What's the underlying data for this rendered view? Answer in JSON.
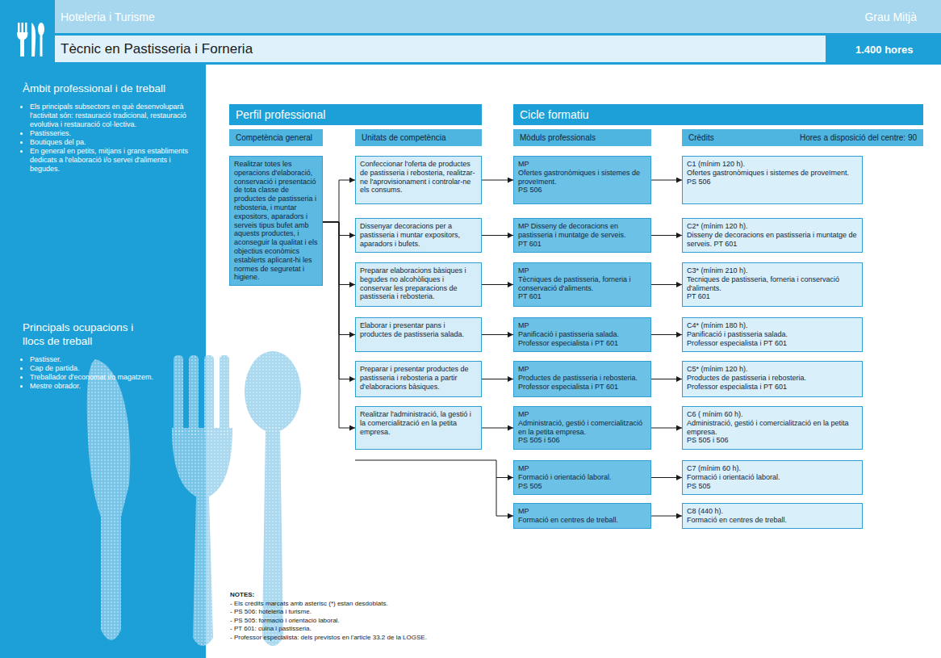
{
  "diagram": {
    "nodes": [
      {
        "text": [
          "Hoteleria i Turisme",
          "Grau Mitjà"
        ]
      },
      {
        "text": [
          "Tècnic en Pastisseria i Forneria",
          "1.400 hores"
        ]
      },
      {
        "text": [
          "Àmbit professional i de treball",
          "Els principals subsectors en què desenvoluparà l'activitat són: restauració tradicional, restauració evolutiva i restauració col·lectiva.",
          "Pastisseries.",
          "Boutiques del pa.",
          "En general en petits, mitjans i grans establiments dedicats a l'elaboració i/o servei d'aliments i begudes.",
          "Principals ocupacions i llocs de treball",
          "Pastisser.",
          "Cap de partida.",
          "Treballador d'economat i/o magatzem.",
          "Mestre obrador."
        ]
      },
      {
        "text": [
          "Perfil professional"
        ]
      },
      {
        "text": [
          "Cicle formatiu"
        ]
      },
      {
        "text": [
          "Competència general"
        ]
      },
      {
        "text": [
          "Unitats de competència"
        ]
      },
      {
        "text": [
          "Mòduls professionals"
        ]
      },
      {
        "text": [
          "Crèdits",
          "Hores a disposició del centre: 90"
        ]
      },
      {
        "text": [
          "Realitzar totes les operacions d'elaboració, conservació i presentació de tota classe de productes de pastisseria i rebosteria, i muntar expositors, aparadors i serveis tipus bufet amb aquests productes, i aconseguir la qualitat i els objectius econòmics establerts aplicant-hi les normes de seguretat i higiene."
        ]
      },
      {
        "text": [
          "Confeccionar l'oferta de productes de pastisseria i rebosteria, realitzar-ne l'aprovisionament i controlar-ne els consums."
        ]
      },
      {
        "text": [
          "Dissenyar decoracions per a pastisseria i muntar expositors, aparadors i bufets."
        ]
      },
      {
        "text": [
          "Preparar elaboracions bàsiques i begudes no alcohòliques i conservar les preparacions de pastisseria i rebosteria."
        ]
      },
      {
        "text": [
          "Elaborar i presentar pans i productes de pastisseria salada."
        ]
      },
      {
        "text": [
          "Preparar i presentar productes de pastisseria i rebosteria a partir d'elaboracions bàsiques."
        ]
      },
      {
        "text": [
          "Realitzar l'administració, la gestió i la comercialització en la petita empresa."
        ]
      },
      {
        "text": [
          "MP",
          "Ofertes gastronòmiques i sistemes de proveïment.",
          "PS 506"
        ]
      },
      {
        "text": [
          "MP Disseny de decoracions en pastisseria i muntatge de serveis.",
          "PT 601"
        ]
      },
      {
        "text": [
          "MP",
          "Tècniques de pastisseria, forneria i conservació d'aliments.",
          "PT 601"
        ]
      },
      {
        "text": [
          "MP",
          "Panificació i pastisseria salada.",
          "Professor especialista i PT 601"
        ]
      },
      {
        "text": [
          "MP",
          "Productes de pastisseria i rebosteria.",
          "Professor especialista i PT 601"
        ]
      },
      {
        "text": [
          "MP",
          "Administració, gestió i comercialització en la petita empresa.",
          "PS 505 i 506"
        ]
      },
      {
        "text": [
          "MP",
          "Formació i orientació laboral.",
          "PS 505"
        ]
      },
      {
        "text": [
          "MP",
          "Formació en centres de treball."
        ]
      },
      {
        "text": [
          "C1 (mínim 120 h).",
          "Ofertes gastronòmiques i sistemes de proveïment.",
          "PS 506"
        ]
      },
      {
        "text": [
          "C2* (mínim 120 h).",
          "Disseny de decoracions en pastisseria i muntatge de serveis. PT 601"
        ]
      },
      {
        "text": [
          "C3* (mínim 210 h).",
          "Tecniques de pastisseria, forneria i conservació d'aliments.",
          "PT 601"
        ]
      },
      {
        "text": [
          "C4* (mínim 180 h).",
          "Panificació i pastisseria salada.",
          "Professor especialista i PT 601"
        ]
      },
      {
        "text": [
          "C5* (mínim 120 h).",
          "Productes de pastisseria i rebosteria.",
          "Professor especialista i PT 601"
        ]
      },
      {
        "text": [
          "C6 ( mínim 60 h).",
          "Administració, gestió i comercialització en la petita empresa.",
          "PS 505 i 506"
        ]
      },
      {
        "text": [
          "C7 (mínim 60 h).",
          "Formació i orientació laboral.",
          "PS 505"
        ]
      },
      {
        "text": [
          "C8 (440 h).",
          "Formació en centres de treball."
        ]
      }
    ],
    "edges": [
      {
        "from": 9,
        "to": 10,
        "arrow": "to"
      },
      {
        "from": 9,
        "to": 11,
        "arrow": "to"
      },
      {
        "from": 9,
        "to": 12,
        "arrow": "to"
      },
      {
        "from": 9,
        "to": 13,
        "arrow": "to"
      },
      {
        "from": 9,
        "to": 14,
        "arrow": "to"
      },
      {
        "from": 9,
        "to": 15,
        "arrow": "to"
      },
      {
        "from": 10,
        "to": 16,
        "arrow": "to"
      },
      {
        "from": 11,
        "to": 17,
        "arrow": "to"
      },
      {
        "from": 12,
        "to": 18,
        "arrow": "to"
      },
      {
        "from": 13,
        "to": 19,
        "arrow": "to"
      },
      {
        "from": 14,
        "to": 20,
        "arrow": "to"
      },
      {
        "from": 15,
        "to": 21,
        "arrow": "to"
      },
      {
        "from": 16,
        "to": 24,
        "arrow": "to"
      },
      {
        "from": 17,
        "to": 25,
        "arrow": "to"
      },
      {
        "from": 18,
        "to": 26,
        "arrow": "to"
      },
      {
        "from": 19,
        "to": 27,
        "arrow": "to"
      },
      {
        "from": 20,
        "to": 28,
        "arrow": "to"
      },
      {
        "from": 21,
        "to": 29,
        "arrow": "to"
      },
      {
        "from": 22,
        "to": 30,
        "arrow": "to"
      },
      {
        "from": 23,
        "to": 31,
        "arrow": "to"
      }
    ],
    "labels": [
      "NOTES:",
      "- Els crèdits marcats amb asterisc (*) estan desdoblats.",
      "- PS 506: hoteleria i turisme.",
      "- PS 505: formació i orientació laboral.",
      "- PT 601: cuina i pastisseria.",
      "- Professor especialista: dels previstos en l'article 33.2 de la LOGSE."
    ]
  }
}
